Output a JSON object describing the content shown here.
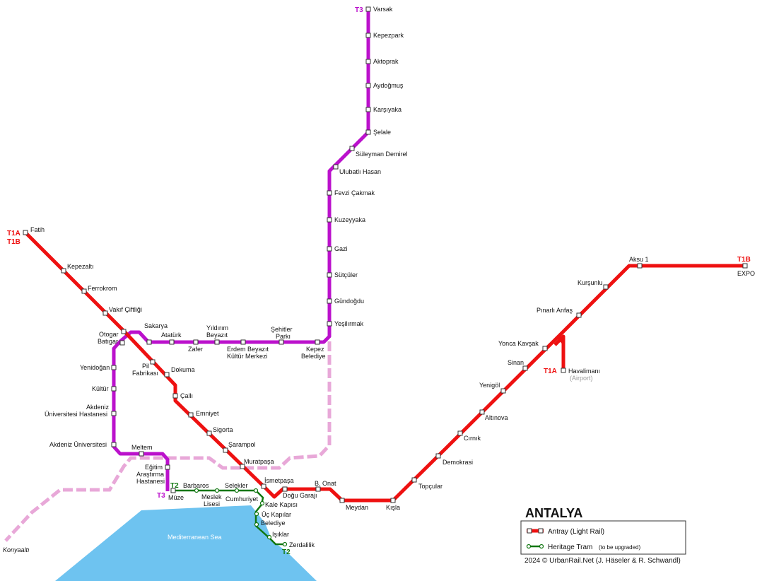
{
  "colors": {
    "red": "#ee1111",
    "purple": "#bb11cc",
    "pink": "#e8a8d8",
    "green": "#117711",
    "sea": "#6ec3f0"
  },
  "title": "ANTALYA",
  "legend": {
    "antray": "Antray (Light Rail)",
    "heritage": "Heritage Tram",
    "heritage_note": "(to be upgraded)",
    "credit": "2024 © UrbanRail.Net (J. Häseler & R. Schwandl)"
  },
  "sea_label": "Mediterranean Sea",
  "tags": {
    "t1a_top": "T1A",
    "t1b_top": "T1B",
    "t1b_east": "T1B",
    "t1a_airport": "T1A",
    "t3_top": "T3",
    "t3_bottom": "T3",
    "t2_west": "T2",
    "t2_east": "T2"
  },
  "stations": {
    "varsak": "Varsak",
    "kepezpark": "Kepezpark",
    "aktoprak": "Aktoprak",
    "aydogmus": "Aydoğmuş",
    "karsiyaka": "Karşıyaka",
    "selale": "Şelale",
    "suleyman_demirel": "Süleyman Demirel",
    "ulubatli_hasan": "Ulubatlı Hasan",
    "fevzi_cakmak": "Fevzi Çakmak",
    "kuzeyyaka": "Kuzeyyaka",
    "gazi": "Gazi",
    "sutculer": "Sütçüler",
    "gundogdu": "Gündoğdu",
    "yesilirmak": "Yeşilırmak",
    "kepez_belediye_1": "Kepez",
    "kepez_belediye_2": "Belediye",
    "sehitler_parki_1": "Şehitler",
    "sehitler_parki_2": "Parkı",
    "erdem_beyazit_1": "Erdem Beyazıt",
    "erdem_beyazit_2": "Kültür Merkezi",
    "yildirim_beyazit_1": "Yıldırım",
    "yildirim_beyazit_2": "Beyazıt",
    "zafer": "Zafer",
    "ataturk": "Atatürk",
    "sakarya": "Sakarya",
    "otogar_1": "Otogar",
    "otogar_2": "Batıgar",
    "fatih": "Fatih",
    "kepezalti": "Kepezaltı",
    "ferrokrom": "Ferrokrom",
    "vakif_ciftligi": "Vakıf Çiftliği",
    "pil_fabrikasi_1": "Pil",
    "pil_fabrikasi_2": "Fabrikası",
    "dokuma": "Dokuma",
    "calli": "Çallı",
    "emniyet": "Emniyet",
    "sigorta": "Sigorta",
    "sarampol": "Şarampol",
    "muratpasa": "Muratpaşa",
    "ismetpasa": "İsmetpaşa",
    "dogu_garaji": "Doğu Garajı",
    "b_onat": "B. Onat",
    "meydan": "Meydan",
    "kisla": "Kışla",
    "topcular": "Topçular",
    "demokrasi": "Demokrasi",
    "cirnik": "Cırnık",
    "altinova": "Altınova",
    "yenigol": "Yenigöl",
    "sinan": "Sinan",
    "yonca_kavsak": "Yonca Kavşak",
    "havalimani": "Havalimanı",
    "airport": "(Airport)",
    "pinarli_anfas": "Pınarlı Anfaş",
    "kursunlu": "Kurşunlu",
    "aksu_1": "Aksu 1",
    "expo": "EXPO",
    "yenidogan": "Yenidoğan",
    "kultur": "Kültür",
    "akdeniz_hastanesi_1": "Akdeniz",
    "akdeniz_hastanesi_2": "Üniversitesi Hastanesi",
    "akdeniz_universitesi": "Akdeniz Üniversitesi",
    "meltem": "Meltem",
    "egitim_1": "Eğitim",
    "egitim_2": "Araştırma",
    "egitim_3": "Hastanesi",
    "muze": "Müze",
    "barbaros": "Barbaros",
    "meslek_lisesi_1": "Meslek",
    "meslek_lisesi_2": "Lisesi",
    "selekler": "Selekler",
    "cumhuriyet": "Cumhuriyet",
    "kale_kapisi": "Kale Kapısı",
    "uc_kapilar": "Üç Kapılar",
    "belediye": "Belediye",
    "isiklar": "Işıklar",
    "zerdalilik": "Zerdalilik",
    "konyaalti": "Konyaaltı"
  }
}
